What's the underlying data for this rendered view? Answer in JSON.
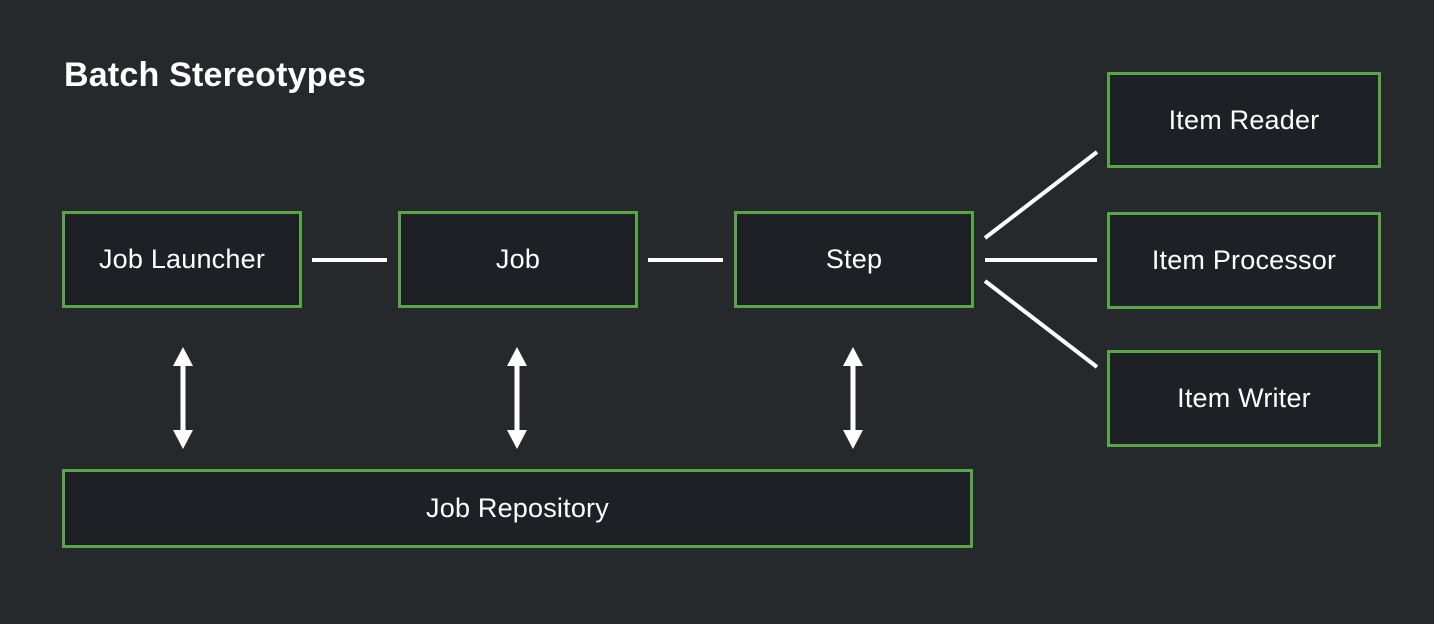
{
  "title": "Batch Stereotypes",
  "colors": {
    "canvas_bg": "#26292b",
    "node_fill": "#1d2125",
    "node_border": "#5aa546",
    "connector": "#ffffff",
    "text": "#ffffff"
  },
  "nodes": [
    {
      "id": "job-launcher",
      "label": "Job Launcher"
    },
    {
      "id": "job",
      "label": "Job"
    },
    {
      "id": "step",
      "label": "Step"
    },
    {
      "id": "item-reader",
      "label": "Item Reader"
    },
    {
      "id": "item-processor",
      "label": "Item Processor"
    },
    {
      "id": "item-writer",
      "label": "Item Writer"
    },
    {
      "id": "job-repository",
      "label": "Job Repository"
    }
  ],
  "connections": [
    {
      "from": "Job Launcher",
      "to": "Job",
      "type": "plain-line"
    },
    {
      "from": "Job",
      "to": "Step",
      "type": "plain-line"
    },
    {
      "from": "Step",
      "to": "Item Reader",
      "type": "plain-line"
    },
    {
      "from": "Step",
      "to": "Item Processor",
      "type": "plain-line"
    },
    {
      "from": "Step",
      "to": "Item Writer",
      "type": "plain-line"
    },
    {
      "from": "Job Launcher",
      "to": "Job Repository",
      "type": "double-headed-arrow"
    },
    {
      "from": "Job",
      "to": "Job Repository",
      "type": "double-headed-arrow"
    },
    {
      "from": "Step",
      "to": "Job Repository",
      "type": "double-headed-arrow"
    }
  ]
}
